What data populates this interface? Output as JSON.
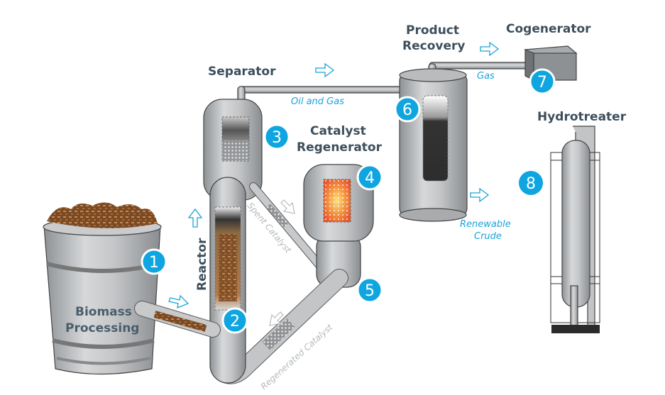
{
  "labels": {
    "separator": "Separator",
    "product_recovery_1": "Product",
    "product_recovery_2": "Recovery",
    "cogenerator": "Cogenerator",
    "catalyst_regenerator_1": "Catalyst",
    "catalyst_regenerator_2": "Regenerator",
    "hydrotreater": "Hydrotreater",
    "reactor": "Reactor",
    "biomass_processing_1": "Biomass",
    "biomass_processing_2": "Processing"
  },
  "flows": {
    "oil_and_gas": "Oil and Gas",
    "gas": "Gas",
    "renewable_crude_1": "Renewable",
    "renewable_crude_2": "Crude",
    "spent_catalyst": "Spent Catalyst",
    "regenerated_catalyst": "Regenerated Catalyst"
  },
  "steps": [
    "1",
    "2",
    "3",
    "4",
    "5",
    "6",
    "7",
    "8"
  ],
  "colors": {
    "badge": "#0ea5e0",
    "label": "#3d4f5c",
    "flow_text": "#1aa3d9",
    "metal": "#b0b3b6"
  }
}
